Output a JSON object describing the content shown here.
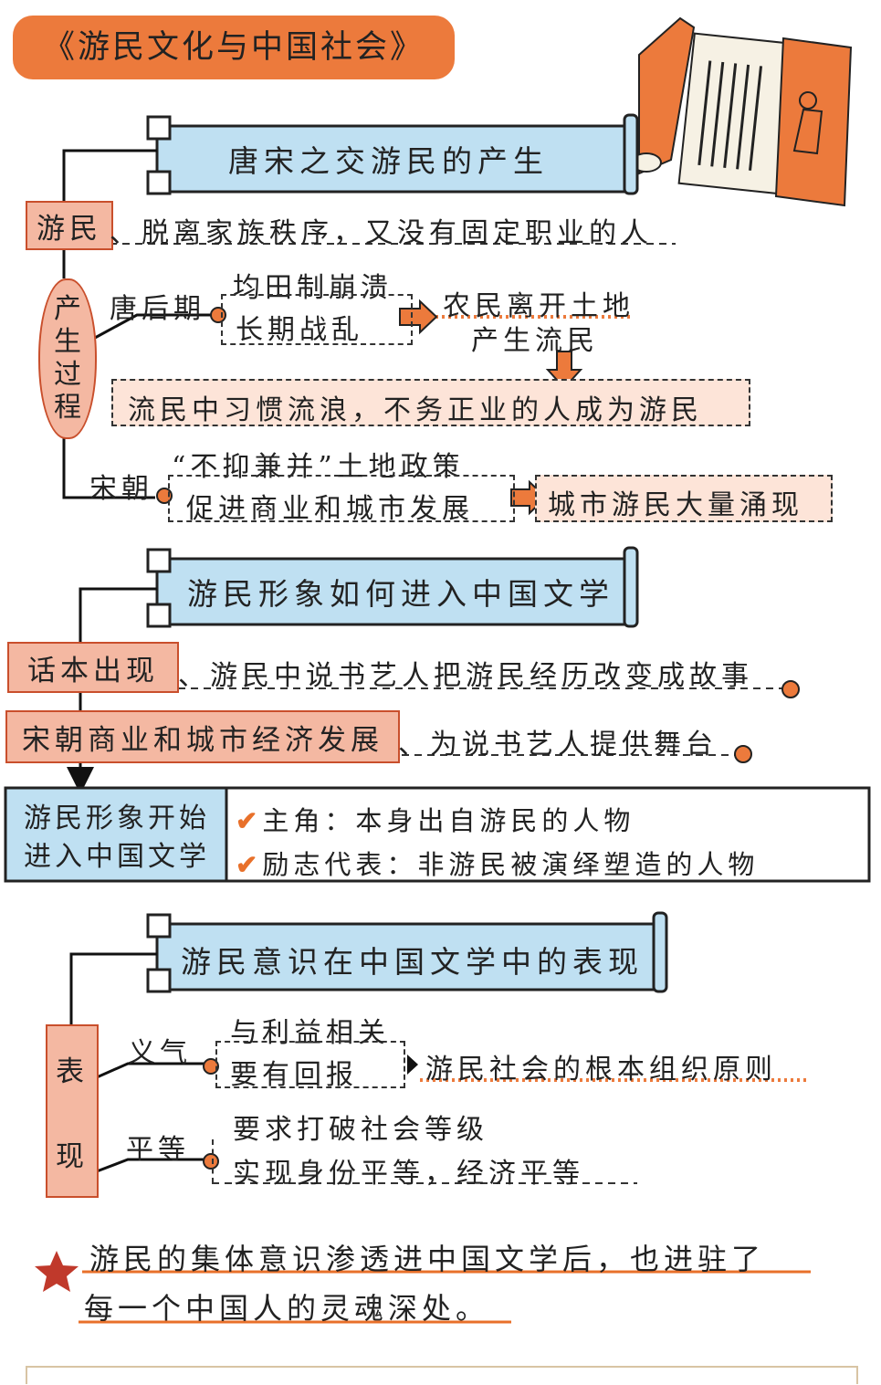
{
  "title": "《游民文化与中国社会》",
  "section1": {
    "banner": "唐宋之交游民的产生",
    "youmin_label": "游民",
    "youmin_def": "、脱离家族秩序，又没有固定职业的人",
    "process_label": [
      "产",
      "生",
      "过",
      "程"
    ],
    "tang_label": "唐后期",
    "tang_causes": [
      "均田制崩溃",
      "长期战乱"
    ],
    "tang_result_1": "农民离开土地",
    "tang_result_2": "产生流民",
    "tang_final": "流民中习惯流浪，不务正业的人成为游民",
    "song_label": "宋朝",
    "song_causes": [
      "“不抑兼并”土地政策",
      "促进商业和城市发展"
    ],
    "song_result": "城市游民大量涌现"
  },
  "section2": {
    "banner": "游民形象如何进入中国文学",
    "huaben_label": "话本出现",
    "huaben_desc": "、游民中说书艺人把游民经历改变成故事",
    "song_label": "宋朝商业和城市经济发展",
    "song_desc": "、为说书艺人提供舞台",
    "result_lines": [
      "游民形象开始",
      "进入中国文学"
    ],
    "check1": "主角：本身出自游民的人物",
    "check2": "励志代表：非游民被演绎塑造的人物"
  },
  "section3": {
    "banner": "游民意识在中国文学中的表现",
    "biaoxian": [
      "表",
      "现"
    ],
    "yiqi_label": "义气",
    "yiqi_items": [
      "与利益相关",
      "要有回报"
    ],
    "yiqi_result": "游民社会的根本组织原则",
    "pingdeng_label": "平等",
    "pingdeng_items": [
      "要求打破社会等级",
      "实现身份平等，经济平等"
    ]
  },
  "conclusion": {
    "line1": "游民的集体意识渗透进中国文学后，也进驻了",
    "line2": "每一个中国人的灵魂深处。"
  },
  "colors": {
    "orange": "#ec7a3c",
    "salmon": "#f4b8a2",
    "banner_blue": "#bfe0f2",
    "accent_red": "#c0392b"
  }
}
